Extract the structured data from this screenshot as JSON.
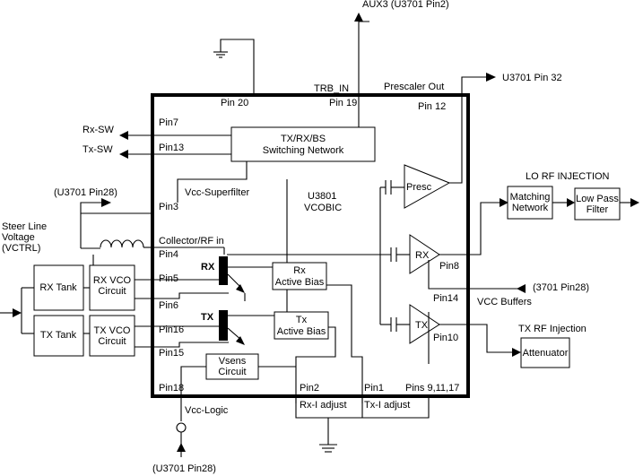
{
  "labels": {
    "aux3": "AUX3 (U3701 Pin2)",
    "trb_in": "TRB_IN",
    "pin19": "Pin 19",
    "pin20": "Pin 20",
    "prescaler_out": "Prescaler Out",
    "u3701_pin32": "U3701 Pin 32",
    "pin12": "Pin 12",
    "pin7": "Pin7",
    "pin13": "Pin13",
    "rx_sw": "Rx-SW",
    "tx_sw": "Tx-SW",
    "switch_net_l1": "TX/RX/BS",
    "switch_net_l2": "Switching Network",
    "vcc_superfilter": "Vcc-Superfilter",
    "u3701_pin28_top": "(U3701 Pin28)",
    "pin3": "Pin3",
    "u3801": "U3801",
    "vcobic": "VCOBIC",
    "presc": "Presc",
    "lo_rf_injection": "LO RF INJECTION",
    "matching_l1": "Matching",
    "matching_l2": "Network",
    "lpf_l1": "Low Pass",
    "lpf_l2": "Filter",
    "steer_l1": "Steer Line",
    "steer_l2": "Voltage",
    "steer_l3": "(VCTRL)",
    "collector_rf_in": "Collector/RF in",
    "pin4": "Pin4",
    "rx_big": "RX",
    "rx_amp": "RX",
    "pin8": "Pin8",
    "rx_tank": "RX Tank",
    "rx_vco_l1": "RX VCO",
    "rx_vco_l2": "Circuit",
    "pin5": "Pin5",
    "rx_bias_l1": "Rx",
    "rx_bias_l2": "Active Bias",
    "pin3701_pin28": "(3701 Pin28)",
    "pin14": "Pin14",
    "vcc_buffers": "VCC Buffers",
    "pin6": "Pin6",
    "tx_big": "TX",
    "tx_amp": "TX",
    "pin10": "Pin10",
    "tx_rf_injection": "TX RF Injection",
    "tx_tank": "TX Tank",
    "tx_vco_l1": "TX VCO",
    "tx_vco_l2": "Circuit",
    "pin16": "Pin16",
    "tx_bias_l1": "Tx",
    "tx_bias_l2": "Active Bias",
    "attenuator": "Attenuator",
    "pin15": "Pin15",
    "vsens_l1": "Vsens",
    "vsens_l2": "Circuit",
    "pin18": "Pin18",
    "pin2": "Pin2",
    "pin1": "Pin1",
    "pins_9_11_17": "Pins 9,11,17",
    "rx_i_adjust": "Rx-I adjust",
    "tx_i_adjust": "Tx-I adjust",
    "vcc_logic": "Vcc-Logic",
    "u3701_pin28_bottom": "(U3701 Pin28)"
  }
}
